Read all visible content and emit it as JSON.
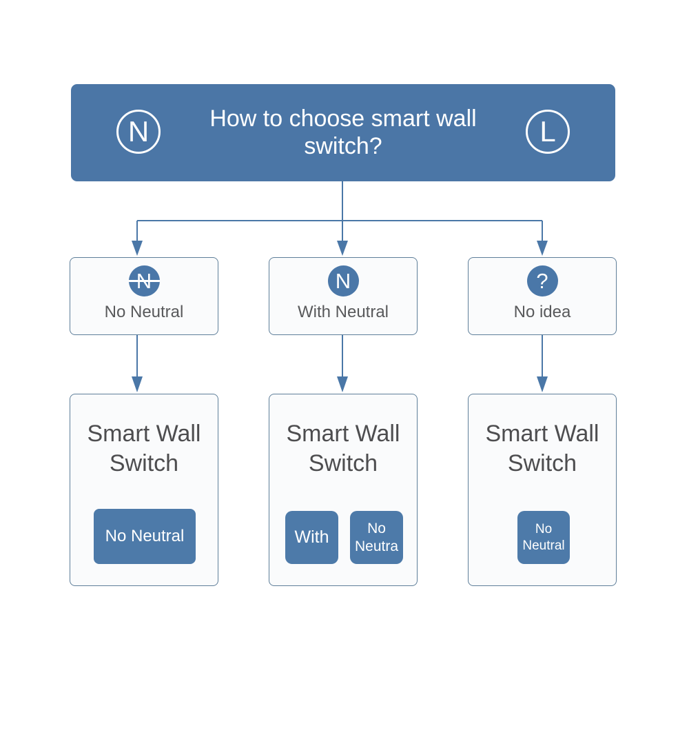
{
  "palette": {
    "header_bg": "#4b76a6",
    "icon_circle_bg": "#4a77a8",
    "button_bg": "#4d7aa9",
    "connector": "#4a77a7",
    "box_border": "#5e7e99",
    "box_bg": "#fafbfc",
    "header_text": "#ffffff",
    "label_text": "#58595b",
    "result_text": "#4d4d4f"
  },
  "header": {
    "title": "How to choose smart wall switch?",
    "left_badge": "N",
    "right_badge": "L"
  },
  "branches": [
    {
      "condition": {
        "badge": "N",
        "badge_struck": true,
        "label": "No Neutral"
      },
      "result": {
        "title": "Smart Wall Switch",
        "buttons": [
          "No Neutral"
        ]
      }
    },
    {
      "condition": {
        "badge": "N",
        "badge_struck": false,
        "label": "With Neutral"
      },
      "result": {
        "title": "Smart Wall Switch",
        "buttons": [
          "With",
          "No Neutra"
        ]
      }
    },
    {
      "condition": {
        "badge": "?",
        "badge_struck": false,
        "label": "No idea"
      },
      "result": {
        "title": "Smart Wall Switch",
        "buttons": [
          "No Neutral"
        ]
      }
    }
  ]
}
